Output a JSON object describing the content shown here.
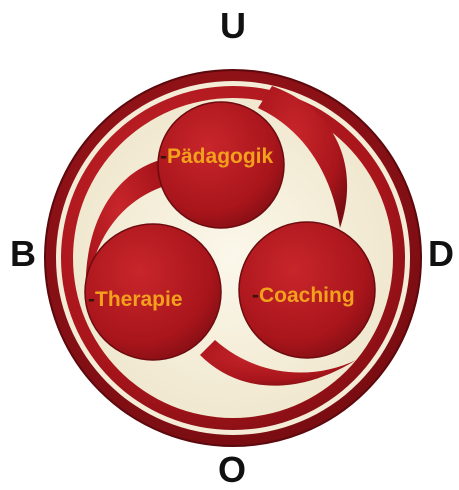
{
  "compass": {
    "top": "U",
    "bottom": "O",
    "left": "B",
    "right": "D"
  },
  "lobes": {
    "top": {
      "prefix": "-",
      "label": "Pädagogik"
    },
    "left": {
      "prefix": "-",
      "label": "Therapie"
    },
    "right": {
      "prefix": "-",
      "label": "Coaching"
    }
  },
  "colors": {
    "lobe_fill": "#a8151b",
    "lobe_dark": "#6d0b0f",
    "lobe_light": "#c8262b",
    "ring": "#7e0f14",
    "background_inner": "#f7f1e1",
    "label_text": "#f3a11d",
    "compass_text": "#111111"
  }
}
